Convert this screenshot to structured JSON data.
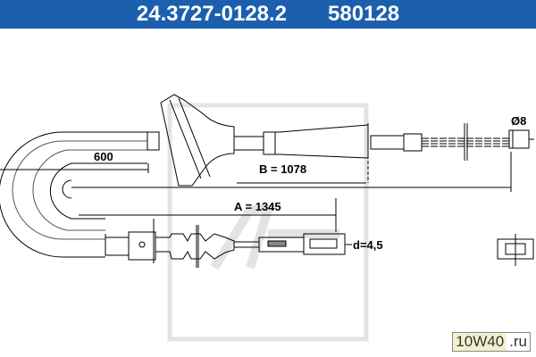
{
  "header": {
    "part_number": "24.3727-0128.2",
    "ref_number": "580128",
    "background": "#1b5fae"
  },
  "dimensions": {
    "length_600": "600",
    "b": "B = 1078",
    "a": "A = 1345",
    "d": "d=4,5",
    "diameter": "Ø8"
  },
  "watermark": {
    "brand_left": "10W40",
    "brand_right": ".ru"
  }
}
